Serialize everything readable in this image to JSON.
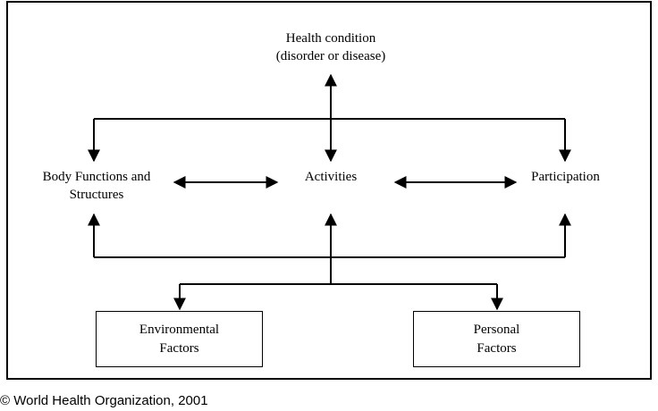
{
  "diagram": {
    "health_condition": {
      "line1": "Health  condition",
      "line2": "(disorder or disease)"
    },
    "body_functions": {
      "line1": "Body Functions  and",
      "line2": "Structures"
    },
    "activities": "Activities",
    "participation": "Participation",
    "environmental": {
      "line1": "Environmental",
      "line2": "Factors"
    },
    "personal": {
      "line1": "Personal",
      "line2": "Factors"
    }
  },
  "footer": {
    "copyright": "© World Health Organization, 2001"
  }
}
